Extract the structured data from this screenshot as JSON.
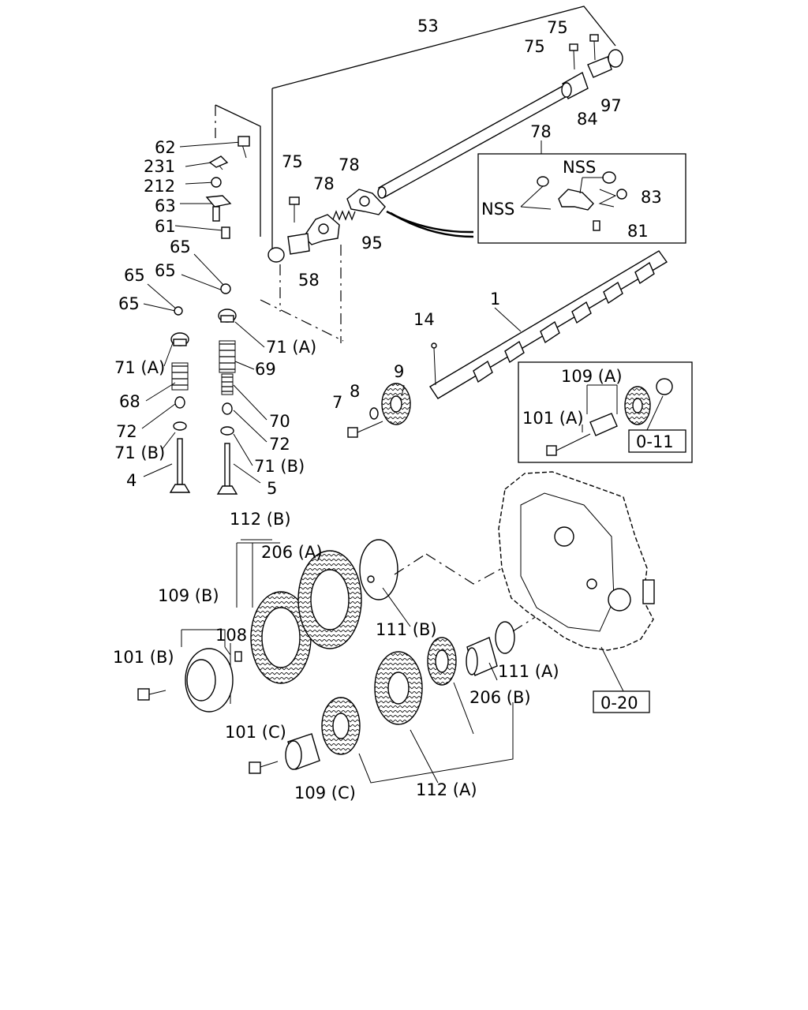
{
  "labels": {
    "l53": "53",
    "l75a": "75",
    "l75b": "75",
    "l75c": "75",
    "l84": "84",
    "l97": "97",
    "l78a": "78",
    "l78b": "78",
    "l78c": "78",
    "lNSSa": "NSS",
    "lNSSb": "NSS",
    "l83": "83",
    "l81": "81",
    "l95": "95",
    "l58": "58",
    "l62": "62",
    "l231": "231",
    "l212": "212",
    "l63": "63",
    "l61": "61",
    "l65a": "65",
    "l65b": "65",
    "l65c": "65",
    "l65d": "65",
    "l71Aa": "71 (A)",
    "l71Ab": "71 (A)",
    "l69": "69",
    "l68": "68",
    "l70": "70",
    "l72a": "72",
    "l72b": "72",
    "l71Ba": "71 (B)",
    "l71Bb": "71 (B)",
    "l4": "4",
    "l5": "5",
    "l1": "1",
    "l14": "14",
    "l9": "9",
    "l8": "8",
    "l7": "7",
    "l109A": "109 (A)",
    "l101A": "101 (A)",
    "ref011": "0-11",
    "l112B": "112 (B)",
    "l206A": "206 (A)",
    "l109B": "109 (B)",
    "l108": "108",
    "l101B": "101 (B)",
    "l111B": "111 (B)",
    "l111A": "111 (A)",
    "l206B": "206 (B)",
    "ref020": "0-20",
    "l101C": "101 (C)",
    "l109C": "109 (C)",
    "l112A": "112 (A)"
  },
  "colors": {
    "ink": "#000000",
    "paper": "#ffffff"
  }
}
